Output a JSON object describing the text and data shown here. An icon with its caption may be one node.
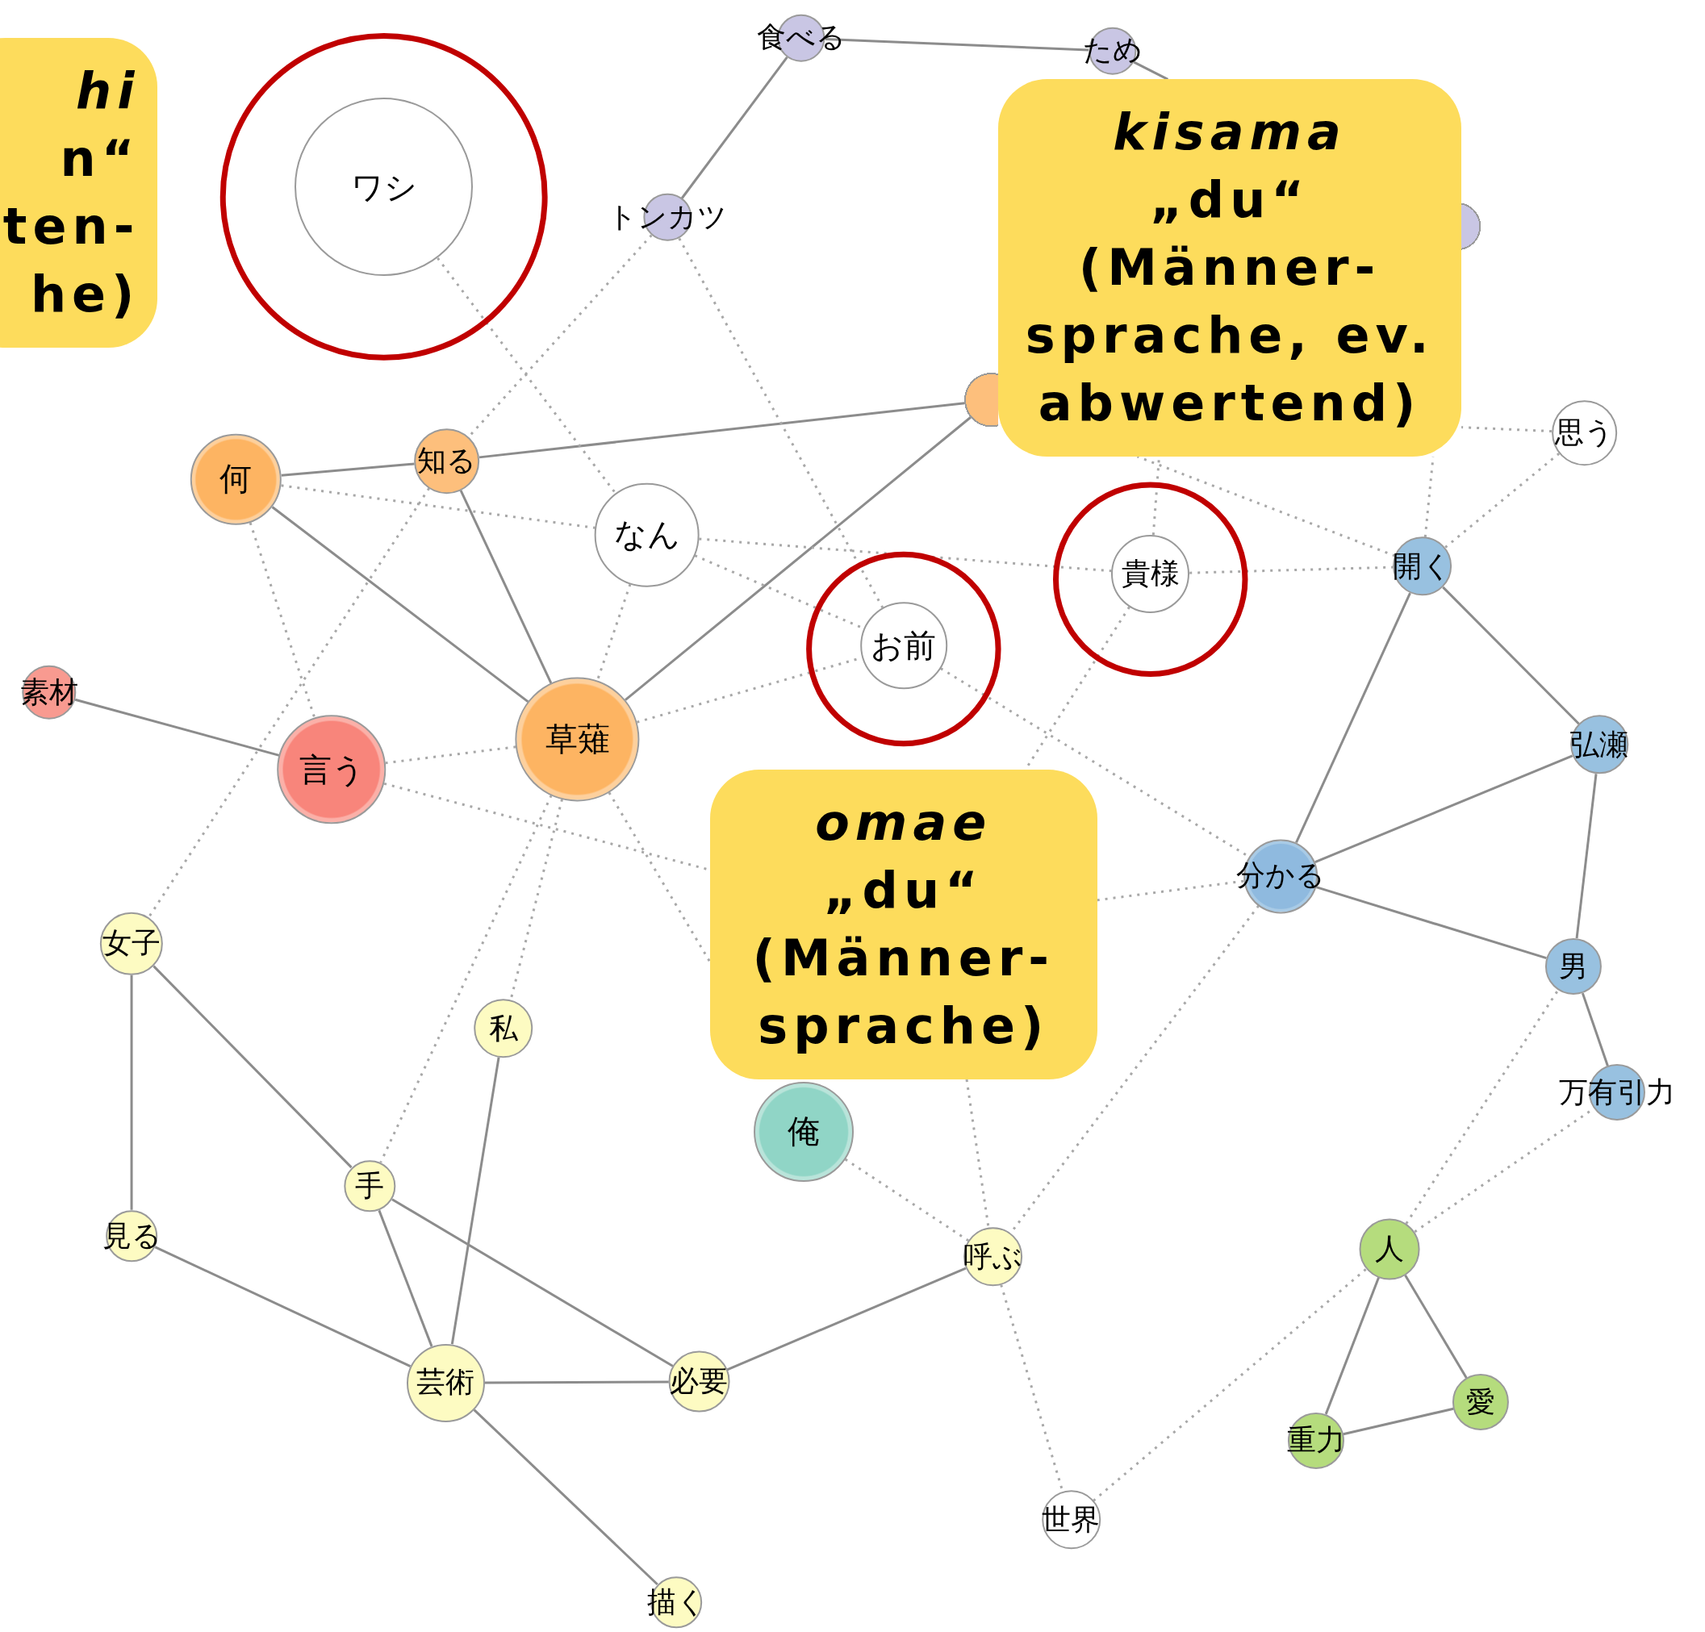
{
  "diagram": {
    "nodes": [
      {
        "text": [
          "hi",
          "n“",
          "ten- he)"
        ]
      },
      {
        "text": [
          "食べる"
        ]
      },
      {
        "text": [
          "ため"
        ]
      },
      {
        "text": [
          "kisama",
          "„du“",
          "(Männer- sprache, ev. abwertend)"
        ]
      },
      {
        "text": [
          "ワシ"
        ]
      },
      {
        "text": [
          "トンカツ"
        ]
      },
      {
        "text": [],
        "shape": "circle"
      },
      {
        "text": [],
        "shape": "circle"
      },
      {
        "text": [
          "思う"
        ]
      },
      {
        "text": [
          "知る"
        ]
      },
      {
        "text": [
          "何"
        ]
      },
      {
        "text": [
          "なん"
        ]
      },
      {
        "text": [
          "開く"
        ]
      },
      {
        "text": [
          "貴様"
        ]
      },
      {
        "text": [
          "お前"
        ]
      },
      {
        "text": [
          "素材"
        ]
      },
      {
        "text": [
          "草薙"
        ]
      },
      {
        "text": [
          "弘瀬"
        ]
      },
      {
        "text": [
          "言う"
        ]
      },
      {
        "text": [
          "omae",
          "„du“",
          "(Männer- sprache)"
        ]
      },
      {
        "text": [
          "分かる"
        ]
      },
      {
        "text": [
          "女子"
        ]
      },
      {
        "text": [
          "男"
        ]
      },
      {
        "text": [
          "私"
        ]
      },
      {
        "text": [
          "万有引力"
        ]
      },
      {
        "text": [
          "俺"
        ]
      },
      {
        "text": [
          "手"
        ]
      },
      {
        "text": [
          "見る"
        ]
      },
      {
        "text": [
          "人"
        ]
      },
      {
        "text": [
          "呼ぶ"
        ]
      },
      {
        "text": [
          "必要"
        ]
      },
      {
        "text": [
          "芸術"
        ]
      },
      {
        "text": [
          "愛"
        ]
      },
      {
        "text": [
          "重力"
        ]
      },
      {
        "text": [
          "世界"
        ]
      },
      {
        "text": [
          "描く"
        ]
      }
    ],
    "edges": [
      {
        "from": 1,
        "to": 2,
        "arrow": "none"
      },
      {
        "from": 1,
        "to": 5,
        "arrow": "none"
      },
      {
        "from": 2,
        "to": 3,
        "arrow": "none"
      },
      {
        "from": 10,
        "to": 9,
        "arrow": "none"
      },
      {
        "from": 9,
        "to": 7,
        "arrow": "none"
      },
      {
        "from": 10,
        "to": 16,
        "arrow": "none"
      },
      {
        "from": 9,
        "to": 16,
        "arrow": "none"
      },
      {
        "from": 16,
        "to": 7,
        "arrow": "none"
      },
      {
        "from": 15,
        "to": 18,
        "arrow": "none"
      },
      {
        "from": 12,
        "to": 20,
        "arrow": "none"
      },
      {
        "from": 12,
        "to": 17,
        "arrow": "none"
      },
      {
        "from": 17,
        "to": 20,
        "arrow": "none"
      },
      {
        "from": 20,
        "to": 22,
        "arrow": "none"
      },
      {
        "from": 17,
        "to": 22,
        "arrow": "none"
      },
      {
        "from": 22,
        "to": 24,
        "arrow": "none"
      },
      {
        "from": 21,
        "to": 27,
        "arrow": "none"
      },
      {
        "from": 21,
        "to": 26,
        "arrow": "none"
      },
      {
        "from": 26,
        "to": 31,
        "arrow": "none"
      },
      {
        "from": 26,
        "to": 30,
        "arrow": "none"
      },
      {
        "from": 23,
        "to": 31,
        "arrow": "none"
      },
      {
        "from": 27,
        "to": 31,
        "arrow": "none"
      },
      {
        "from": 31,
        "to": 30,
        "arrow": "none"
      },
      {
        "from": 31,
        "to": 35,
        "arrow": "none"
      },
      {
        "from": 30,
        "to": 29,
        "arrow": "none"
      },
      {
        "from": 28,
        "to": 33,
        "arrow": "none"
      },
      {
        "from": 28,
        "to": 32,
        "arrow": "none"
      },
      {
        "from": 33,
        "to": 32,
        "arrow": "none"
      },
      {
        "from": 4,
        "to": 11,
        "arrow": "none",
        "style": "dashed"
      },
      {
        "from": 5,
        "to": 9,
        "arrow": "none",
        "style": "dashed"
      },
      {
        "from": 9,
        "to": 21,
        "arrow": "none",
        "style": "dashed"
      },
      {
        "from": 10,
        "to": 18,
        "arrow": "none",
        "style": "dashed"
      },
      {
        "from": 10,
        "to": 11,
        "arrow": "none",
        "style": "dashed"
      },
      {
        "from": 5,
        "to": 14,
        "arrow": "none",
        "style": "dashed"
      },
      {
        "from": 11,
        "to": 16,
        "arrow": "none",
        "style": "dashed"
      },
      {
        "from": 11,
        "to": 13,
        "arrow": "none",
        "style": "dashed"
      },
      {
        "from": 13,
        "to": 12,
        "arrow": "none",
        "style": "dashed"
      },
      {
        "from": 11,
        "to": 14,
        "arrow": "none",
        "style": "dashed"
      },
      {
        "from": 16,
        "to": 14,
        "arrow": "none",
        "style": "dashed"
      },
      {
        "from": 16,
        "to": 18,
        "arrow": "none",
        "style": "dashed"
      },
      {
        "from": 18,
        "to": 19,
        "arrow": "none",
        "style": "dashed"
      },
      {
        "from": 19,
        "to": 20,
        "arrow": "none",
        "style": "dashed"
      },
      {
        "from": 16,
        "to": 19,
        "arrow": "none",
        "style": "dashed"
      },
      {
        "from": 16,
        "to": 26,
        "arrow": "none",
        "style": "dashed"
      },
      {
        "from": 16,
        "to": 23,
        "arrow": "none",
        "style": "dashed"
      },
      {
        "from": 8,
        "to": 3,
        "arrow": "none",
        "style": "dashed"
      },
      {
        "from": 12,
        "to": 3,
        "arrow": "none",
        "style": "dashed"
      },
      {
        "from": 13,
        "to": 3,
        "arrow": "none",
        "style": "dashed"
      },
      {
        "from": 12,
        "to": 3,
        "arrow": "none",
        "style": "dashed"
      },
      {
        "from": 8,
        "to": 12,
        "arrow": "none",
        "style": "dashed"
      },
      {
        "from": 14,
        "to": 20,
        "arrow": "none",
        "style": "dashed"
      },
      {
        "from": 13,
        "to": 19,
        "arrow": "none",
        "style": "dashed"
      },
      {
        "from": 19,
        "to": 29,
        "arrow": "none",
        "style": "dashed"
      },
      {
        "from": 20,
        "to": 29,
        "arrow": "none",
        "style": "dashed"
      },
      {
        "from": 25,
        "to": 29,
        "arrow": "none",
        "style": "dashed"
      },
      {
        "from": 29,
        "to": 34,
        "arrow": "none",
        "style": "dashed"
      },
      {
        "from": 34,
        "to": 28,
        "arrow": "none",
        "style": "dashed"
      },
      {
        "from": 28,
        "to": 22,
        "arrow": "none",
        "style": "dashed"
      },
      {
        "from": 28,
        "to": 24,
        "arrow": "none",
        "style": "dashed"
      }
    ]
  }
}
